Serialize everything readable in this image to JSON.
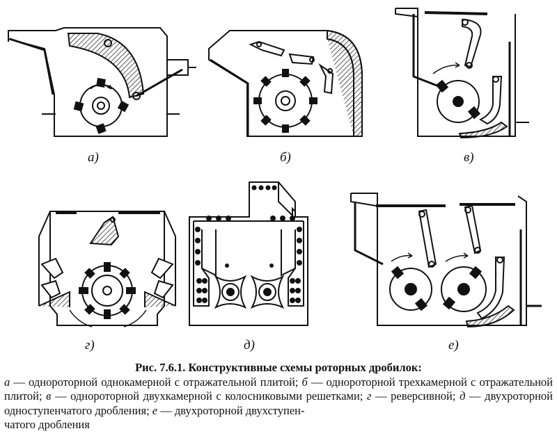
{
  "labels": {
    "a": "а)",
    "b": "б)",
    "v": "в)",
    "g": "г)",
    "d": "д)",
    "e": "е)"
  },
  "caption": {
    "title": "Рис. 7.6.1. Конструктивные схемы роторных дробилок:",
    "items": [
      {
        "letter": "а",
        "text": " — однороторной однокамерной с отражательной плитой; "
      },
      {
        "letter": "б",
        "text": " — однороторной трехкамерной с отражательной плитой; "
      },
      {
        "letter": "в",
        "text": " — однороторной двухкамерной с колосниковыми решетками; "
      },
      {
        "letter": "г",
        "text": " — реверсивной; "
      },
      {
        "letter": "д",
        "text": " — двухроторной одноступенчатого дробления; "
      },
      {
        "letter": "е",
        "text": " — двухроторной двухступен-"
      }
    ],
    "last_line": "чатого дробления"
  }
}
